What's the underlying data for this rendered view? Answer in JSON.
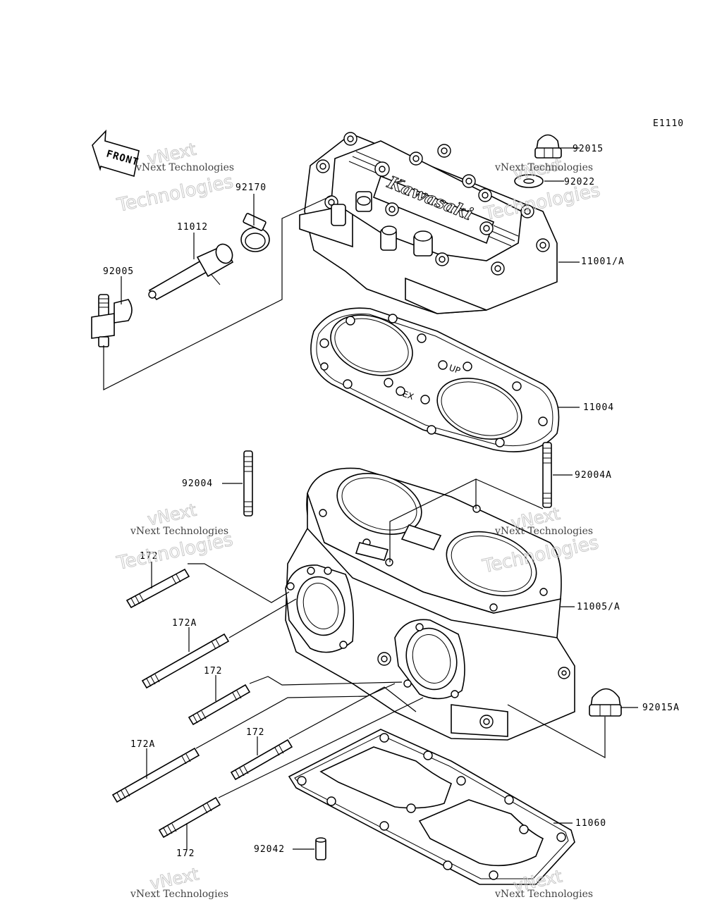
{
  "diagram_code": "E1110",
  "front_label": "FRONT",
  "head_branding": "Kawasaki",
  "gasket_marks": {
    "up": "UP",
    "ex": "EX"
  },
  "watermark": {
    "line1": "vNext",
    "line2": "Technologies",
    "small": "vNext Technologies"
  },
  "parts": [
    {
      "id": "p92015",
      "number": "92015"
    },
    {
      "id": "p92022",
      "number": "92022"
    },
    {
      "id": "p92170",
      "number": "92170"
    },
    {
      "id": "p11012",
      "number": "11012"
    },
    {
      "id": "p92005",
      "number": "92005"
    },
    {
      "id": "p11001A",
      "number": "11001/A"
    },
    {
      "id": "p11004",
      "number": "11004"
    },
    {
      "id": "p92004",
      "number": "92004"
    },
    {
      "id": "p92004A",
      "number": "92004A"
    },
    {
      "id": "p11005A",
      "number": "11005/A"
    },
    {
      "id": "p172a",
      "number": "172"
    },
    {
      "id": "p172Aa",
      "number": "172A"
    },
    {
      "id": "p172b",
      "number": "172"
    },
    {
      "id": "p172Ab",
      "number": "172A"
    },
    {
      "id": "p172c",
      "number": "172"
    },
    {
      "id": "p172d",
      "number": "172"
    },
    {
      "id": "p92015A",
      "number": "92015A"
    },
    {
      "id": "p11060",
      "number": "11060"
    },
    {
      "id": "p92042",
      "number": "92042"
    }
  ]
}
